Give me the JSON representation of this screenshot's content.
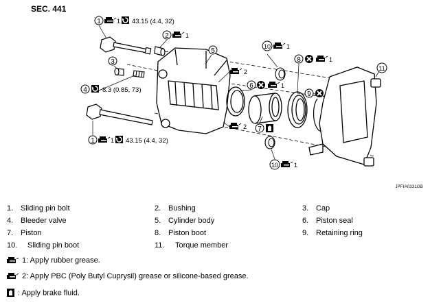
{
  "section": "SEC. 441",
  "figure_code": "JPFIA0331GB",
  "callouts": {
    "c1_top": {
      "num": "1",
      "grease": "1",
      "torque": "43.15 (4.4, 32)"
    },
    "c2": {
      "num": "2",
      "grease": "1"
    },
    "c3": {
      "num": "3"
    },
    "c4": {
      "num": "4",
      "torque": "8.3 (0.85, 73)"
    },
    "c5": {
      "num": "5",
      "grease": "2"
    },
    "c5b": {
      "grease": "2"
    },
    "c6": {
      "num": "6",
      "grease": "1"
    },
    "c7": {
      "num": "7"
    },
    "c8": {
      "num": "8",
      "grease": "1"
    },
    "c9": {
      "num": "9"
    },
    "c10_top": {
      "num": "10",
      "grease": "1"
    },
    "c10_bot": {
      "num": "10",
      "grease": "1"
    },
    "c11": {
      "num": "11"
    },
    "c1_bot": {
      "num": "1",
      "grease": "1",
      "torque": "43.15 (4.4, 32)"
    }
  },
  "parts": [
    {
      "num": "1.",
      "name": "Sliding pin bolt"
    },
    {
      "num": "2.",
      "name": "Bushing"
    },
    {
      "num": "3.",
      "name": "Cap"
    },
    {
      "num": "4.",
      "name": "Bleeder valve"
    },
    {
      "num": "5.",
      "name": "Cylinder body"
    },
    {
      "num": "6.",
      "name": "Piston seal"
    },
    {
      "num": "7.",
      "name": "Piston"
    },
    {
      "num": "8.",
      "name": "Piston boot"
    },
    {
      "num": "9.",
      "name": "Retaining ring"
    },
    {
      "num": "10.",
      "name": "Sliding pin boot"
    },
    {
      "num": "11.",
      "name": "Torque member"
    }
  ],
  "notes": {
    "grease1": "1: Apply rubber grease.",
    "grease2": "2: Apply PBC (Poly Butyl Cuprysil) grease or silicone-based grease.",
    "fluid": ": Apply brake fluid."
  }
}
